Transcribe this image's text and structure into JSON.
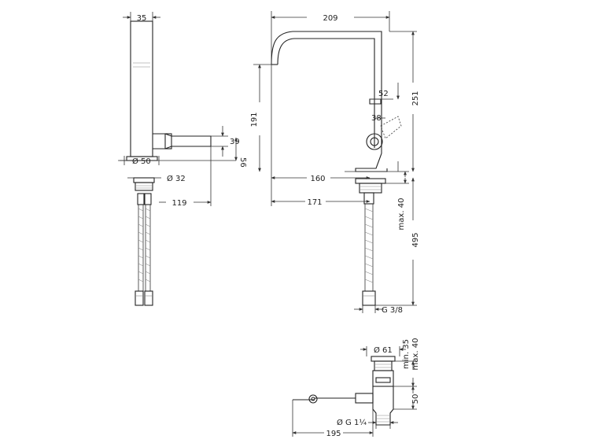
{
  "drawing": {
    "side_view": {
      "dim_top_width": "35",
      "dim_spout_height": "39",
      "dim_spout_offset": "56",
      "dim_base_diameter": "Ø 50",
      "dim_hole_diameter": "Ø 32",
      "dim_spout_reach": "119"
    },
    "front_view": {
      "dim_total_width": "209",
      "dim_spout_height": "191",
      "dim_total_height": "251",
      "dim_handle_offset": "52",
      "dim_lever": "38",
      "dim_reach_160": "160",
      "dim_reach_171": "171",
      "dim_deck_thickness": "max. 40",
      "dim_hose_length": "495",
      "dim_connection": "G 3/8"
    },
    "waste": {
      "dim_plug_diameter": "Ø 61",
      "dim_min": "min. 35",
      "dim_max": "max. 40",
      "dim_height": "50",
      "dim_thread": "Ø G 1¼",
      "dim_rod_length": "195"
    }
  }
}
